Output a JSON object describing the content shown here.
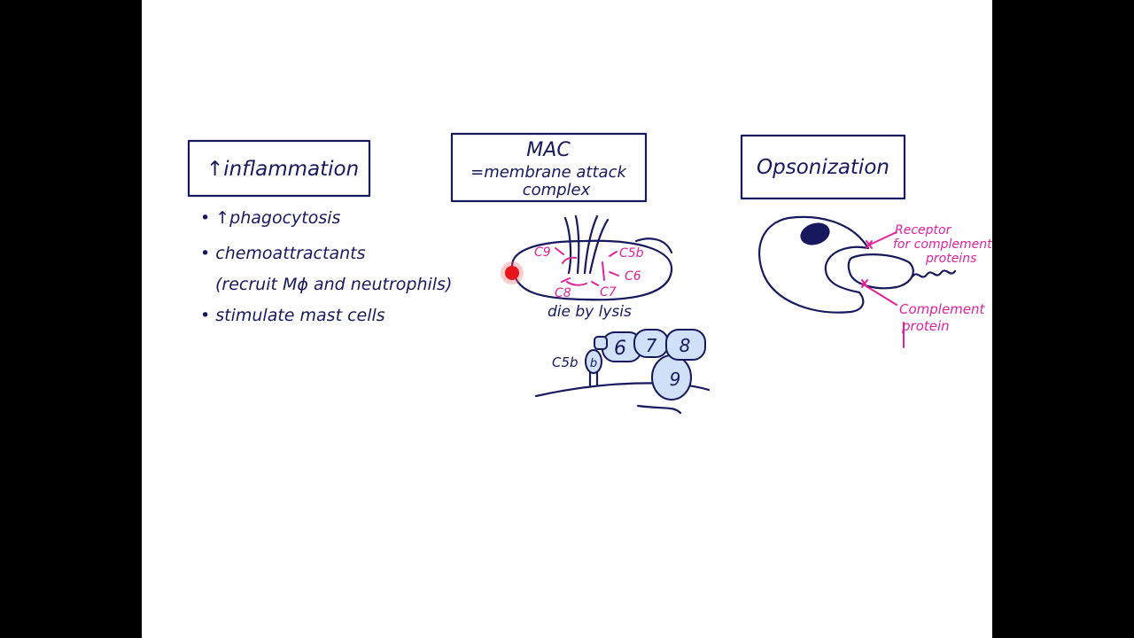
{
  "inflammation": {
    "title": "↑inflammation",
    "bullets": [
      "• ↑phagocytosis",
      "• chemoattractants",
      "(recruit Mϕ and neutrophils)",
      "• stimulate mast cells"
    ]
  },
  "mac": {
    "title": "MAC",
    "subtitle_line1": "=membrane attack",
    "subtitle_line2": "complex",
    "labels": {
      "c9": "C9",
      "c5b": "C5b",
      "c6": "C6",
      "c8": "C8",
      "c7": "C7"
    },
    "caption": "die by lysis",
    "complex": {
      "c5b_label": "C5b",
      "b": "b",
      "n6": "6",
      "n7": "7",
      "n8": "8",
      "n9": "9"
    }
  },
  "opsonization": {
    "title": "Opsonization",
    "receptor_label_1": "Receptor",
    "receptor_label_2": "for complement",
    "receptor_label_3": "proteins",
    "complement_label_1": "Complement",
    "complement_label_2": "protein"
  },
  "colors": {
    "ink": "#17185e",
    "pink": "#e0239a",
    "pointer": "#e8141b",
    "fill": "#cfe0f8"
  }
}
